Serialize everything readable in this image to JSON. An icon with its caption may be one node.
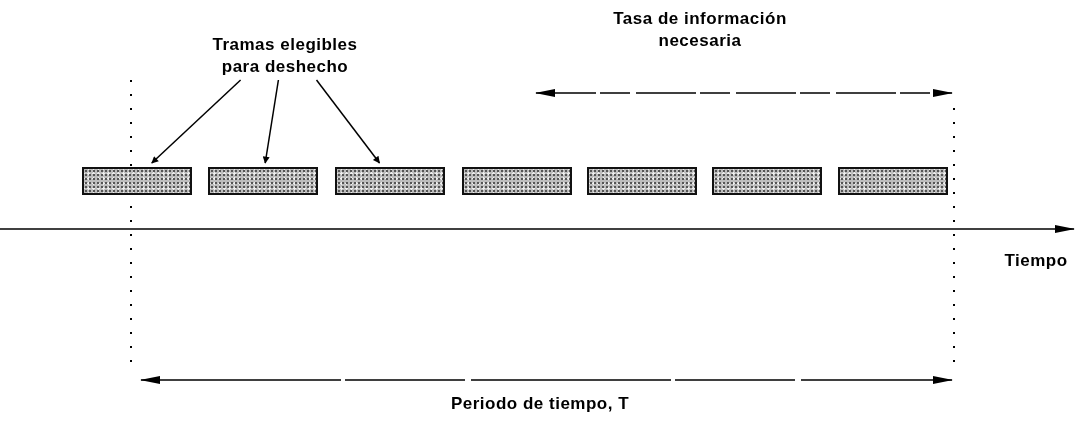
{
  "diagram": {
    "nodes": [
      {
        "text": [
          "Tramas elegibles para deshecho"
        ]
      },
      {
        "text": [],
        "shape": "box"
      },
      {
        "text": [],
        "shape": "box"
      },
      {
        "text": [],
        "shape": "box"
      },
      {
        "text": [],
        "shape": "box"
      },
      {
        "text": [],
        "shape": "box"
      },
      {
        "text": [],
        "shape": "box"
      },
      {
        "text": [],
        "shape": "box"
      }
    ],
    "edges": [
      {
        "from": 0,
        "to": 1,
        "arrow": "to"
      },
      {
        "from": 0,
        "to": 2,
        "arrow": "to"
      },
      {
        "from": 0,
        "to": 3,
        "arrow": "to"
      }
    ],
    "labels": [
      "Tasa de información necesaria",
      "Tiempo",
      "Periodo de tiempo, T"
    ]
  }
}
